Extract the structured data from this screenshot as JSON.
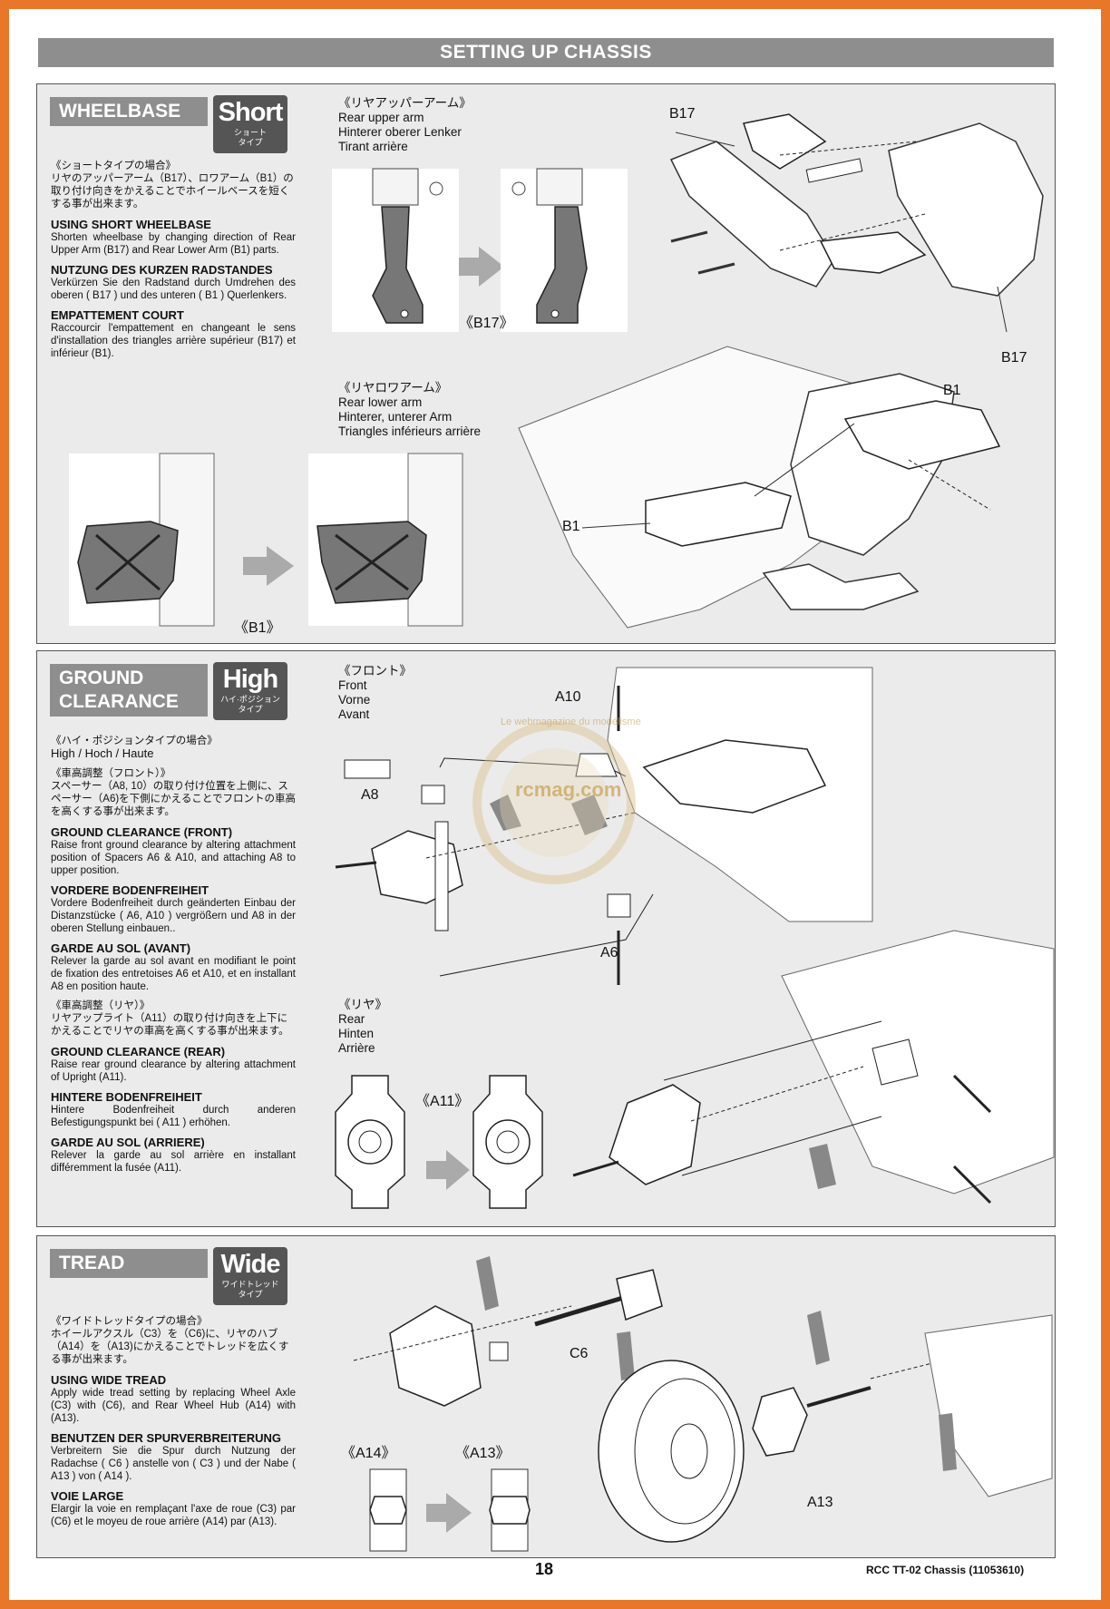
{
  "header": {
    "title": "SETTING UP CHASSIS"
  },
  "wheelbase": {
    "heading": "WHEELBASE",
    "badge_big": "Short",
    "badge_small1": "ショート",
    "badge_small2": "タイプ",
    "jp_head": "《ショートタイプの場合》",
    "jp_body": "リヤのアッパーアーム（B17）、ロワアーム（B1）の取り付け向きをかえることでホイールベースを短くする事が出来ます。",
    "en_h": "USING SHORT WHEELBASE",
    "en_p": "Shorten wheelbase by changing direction of Rear Upper Arm (B17) and Rear Lower Arm (B1) parts.",
    "de_h": "NUTZUNG DES KURZEN RADSTANDES",
    "de_p": "Verkürzen Sie den Radstand durch Umdrehen des oberen ( B17 ) und des unteren ( B1 ) Querlenkers.",
    "fr_h": "EMPATTEMENT COURT",
    "fr_p": "Raccourcir l'empattement en changeant le sens d'installation des triangles arrière supérieur (B17) et inférieur (B1).",
    "upper_jp": "《リヤアッパーアーム》",
    "upper_en": "Rear upper arm",
    "upper_de": "Hinterer oberer Lenker",
    "upper_fr": "Tirant arrière",
    "lower_jp": "《リヤロワアーム》",
    "lower_en": "Rear lower arm",
    "lower_de": "Hinterer, unterer Arm",
    "lower_fr": "Triangles inférieurs arrière",
    "b17_tag": "《B17》",
    "b1_tag": "《B1》",
    "b17": "B17",
    "b17b": "B17",
    "b1": "B1",
    "b1b": "B1"
  },
  "ground": {
    "heading1": "GROUND",
    "heading2": "CLEARANCE",
    "badge_big": "High",
    "badge_small1": "ハイ·ポジション",
    "badge_small2": "タイプ",
    "jp_head": "《ハイ・ポジションタイプの場合》",
    "sub": "High / Hoch / Haute",
    "jp_front_head": "《車高調整（フロント）》",
    "jp_front_body": "スペーサー（A8, 10）の取り付け位置を上側に、スペーサー（A6)を下側にかえることでフロントの車高を高くする事が出来ます。",
    "en1_h": "GROUND CLEARANCE (FRONT)",
    "en1_p": "Raise front ground clearance by altering attachment position of Spacers A6 & A10, and attaching A8 to upper position.",
    "de1_h": "VORDERE BODENFREIHEIT",
    "de1_p": "Vordere Bodenfreiheit durch geänderten Einbau der Distanzstücke ( A6, A10 ) vergrößern und A8 in der oberen Stellung einbauen..",
    "fr1_h": "GARDE AU SOL (AVANT)",
    "fr1_p": "Relever la garde au sol avant en modifiant le point de fixation des entretoises A6 et A10, et en installant A8 en position haute.",
    "jp_rear_head": "《車高調整（リヤ）》",
    "jp_rear_body": "リヤアップライト（A11）の取り付け向きを上下にかえることでリヤの車高を高くする事が出来ます。",
    "en2_h": "GROUND CLEARANCE (REAR)",
    "en2_p": "Raise rear ground clearance by altering attachment of Upright (A11).",
    "de2_h": "HINTERE BODENFREIHEIT",
    "de2_p": "Hintere Bodenfreiheit durch anderen Befestigungspunkt bei ( A11 ) erhöhen.",
    "fr2_h": "GARDE AU SOL (ARRIERE)",
    "fr2_p": "Relever la garde au sol arrière en installant différemment la fusée (A11).",
    "front_jp": "《フロント》",
    "front_en": "Front",
    "front_de": "Vorne",
    "front_fr": "Avant",
    "rear_jp": "《リヤ》",
    "rear_en": "Rear",
    "rear_de": "Hinten",
    "rear_fr": "Arrière",
    "a10": "A10",
    "a8": "A8",
    "a6": "A6",
    "a11_tag": "《A11》"
  },
  "tread": {
    "heading": "TREAD",
    "badge_big": "Wide",
    "badge_small1": "ワイドトレッド",
    "badge_small2": "タイプ",
    "jp_head": "《ワイドトレッドタイプの場合》",
    "jp_body": "ホイールアクスル（C3）を（C6)に、リヤのハブ（A14）を（A13)にかえることでトレッドを広くする事が出来ます。",
    "en_h": "USING WIDE TREAD",
    "en_p": "Apply wide tread setting by replacing Wheel Axle (C3) with (C6), and Rear Wheel Hub (A14) with (A13).",
    "de_h": "BENUTZEN DER SPURVERBREITERUNG",
    "de_p": "Verbreitern Sie die Spur durch Nutzung der Radachse ( C6 ) anstelle von ( C3 ) und der Nabe ( A13 ) von ( A14 ).",
    "fr_h": "VOIE LARGE",
    "fr_p": "Elargir la voie en remplaçant l'axe de roue (C3) par (C6) et le moyeu de roue arrière (A14) par (A13).",
    "a14_tag": "《A14》",
    "a13_tag": "《A13》",
    "c6": "C6",
    "a13": "A13"
  },
  "watermark": {
    "text": "rcmag.com",
    "ring": "Le webmagazine du modélisme"
  },
  "footer": {
    "page": "18",
    "ref": "RCC TT-02 Chassis (11053610)"
  }
}
